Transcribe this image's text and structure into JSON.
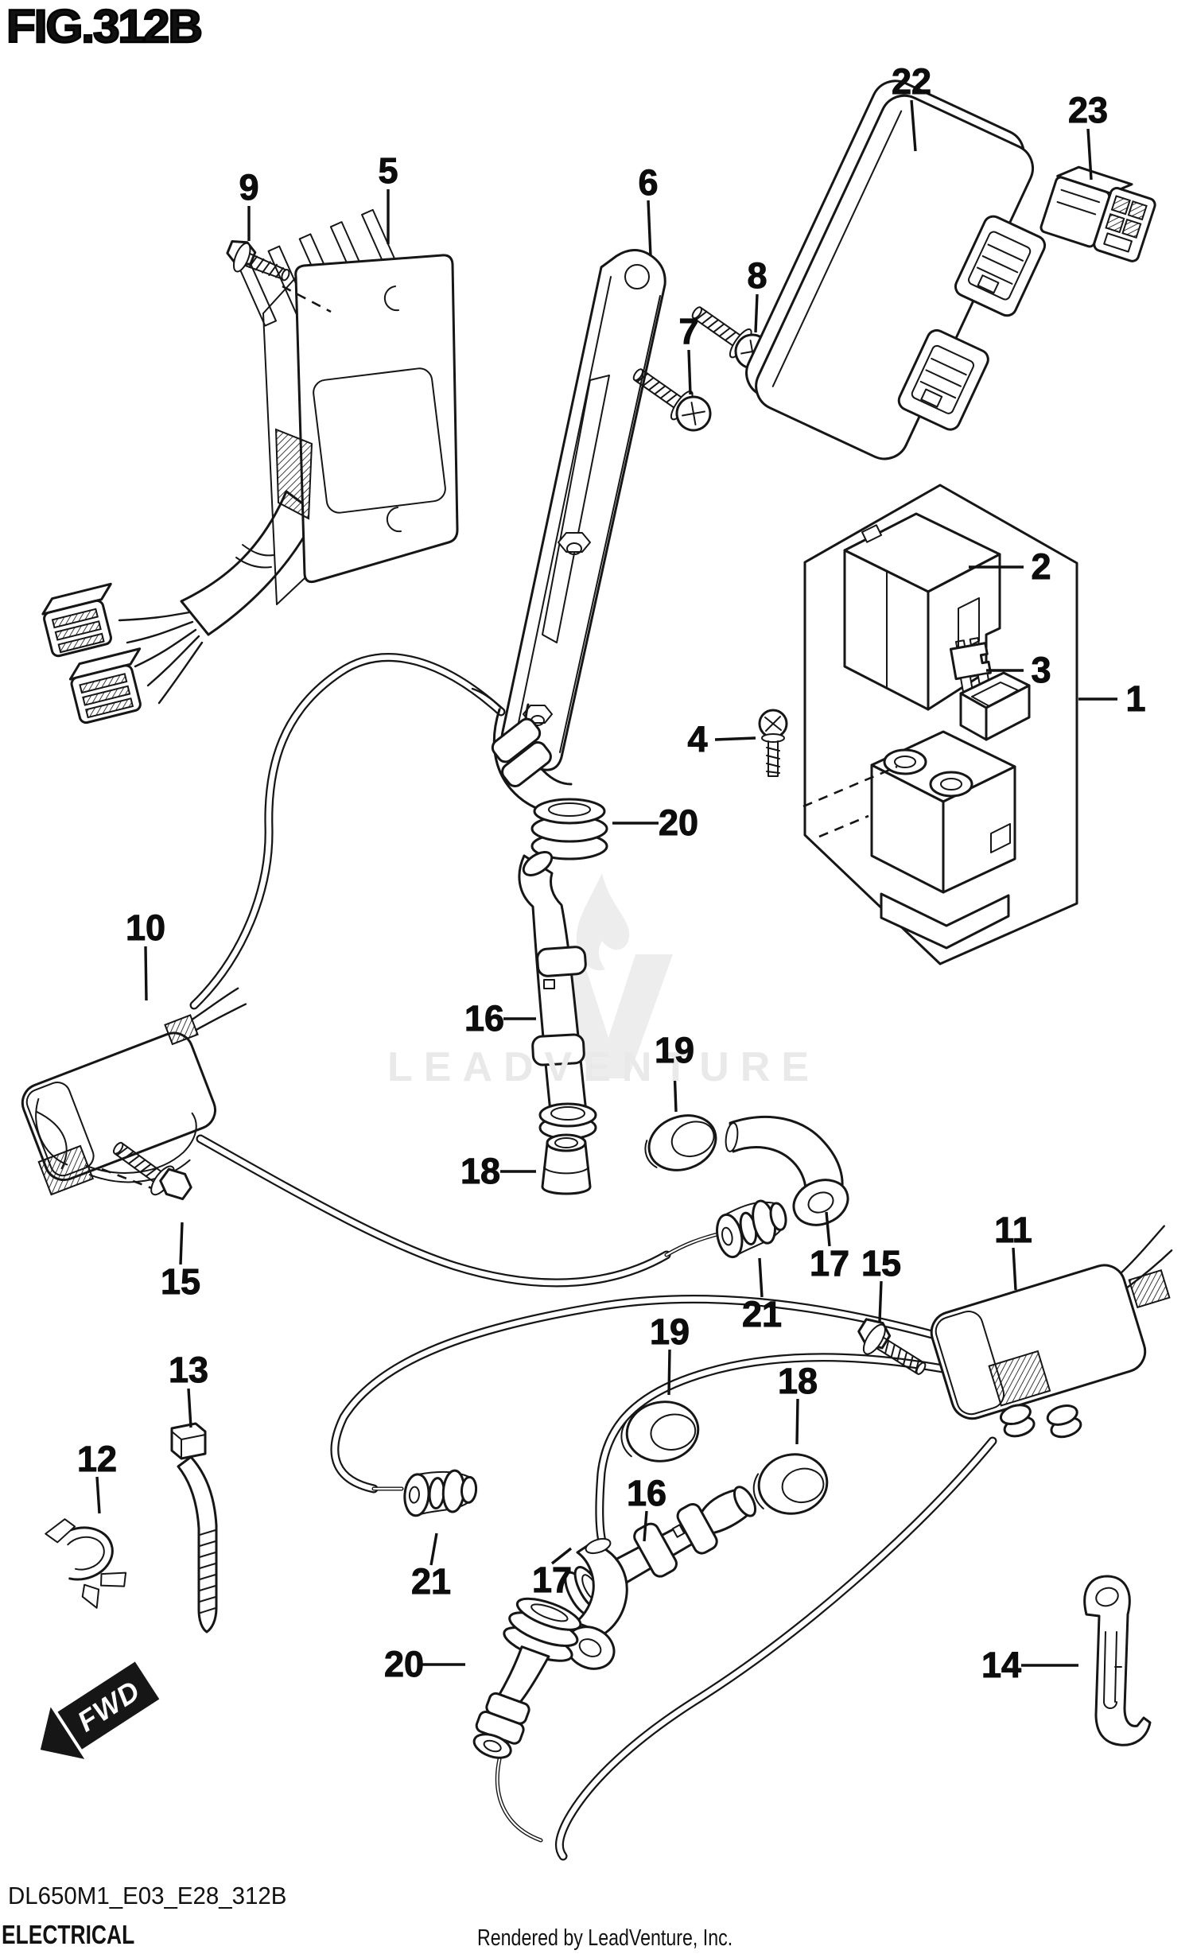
{
  "figure": {
    "title": "FIG.312B",
    "drawing_code": "DL650M1_E03_E28_312B",
    "section_title": "ELECTRICAL",
    "credit": "Rendered by LeadVenture, Inc.",
    "watermark": "LEADVENTURE",
    "fwd_label": "FWD"
  },
  "colors": {
    "ink": "#161616",
    "paper": "#ffffff",
    "watermark": "#ededed"
  },
  "callouts": [
    {
      "text": "9",
      "part": "regulator-bolt"
    },
    {
      "text": "5",
      "part": "regulator-rectifier"
    },
    {
      "text": "6",
      "part": "mount-bracket"
    },
    {
      "text": "7",
      "part": "bracket-screw"
    },
    {
      "text": "8",
      "part": "bracket-screw"
    },
    {
      "text": "22",
      "part": "ecu-unit"
    },
    {
      "text": "23",
      "part": "ecu-connector"
    },
    {
      "text": "2",
      "part": "relay-cover"
    },
    {
      "text": "3",
      "part": "fuse"
    },
    {
      "text": "1",
      "part": "starter-relay-assembly"
    },
    {
      "text": "4",
      "part": "relay-screw"
    },
    {
      "text": "20",
      "part": "spark-plug-cap-front"
    },
    {
      "text": "10",
      "part": "ignition-coil-front"
    },
    {
      "text": "16",
      "part": "plug-cap-tube-front"
    },
    {
      "text": "19",
      "part": "seal-ring-front"
    },
    {
      "text": "18",
      "part": "cap-boot-front"
    },
    {
      "text": "17",
      "part": "elbow-joint-front"
    },
    {
      "text": "21",
      "part": "terminal-grommet-front"
    },
    {
      "text": "15",
      "part": "coil-bolt-left"
    },
    {
      "text": "11",
      "part": "ignition-coil-rear"
    },
    {
      "text": "15",
      "part": "coil-bolt-right"
    },
    {
      "text": "13",
      "part": "cable-tie"
    },
    {
      "text": "12",
      "part": "wire-clamp"
    },
    {
      "text": "19",
      "part": "seal-ring-rear"
    },
    {
      "text": "18",
      "part": "cap-boot-rear"
    },
    {
      "text": "16",
      "part": "plug-cap-tube-rear"
    },
    {
      "text": "21",
      "part": "terminal-grommet-rear"
    },
    {
      "text": "17",
      "part": "elbow-joint-rear"
    },
    {
      "text": "20",
      "part": "spark-plug-cap-rear"
    },
    {
      "text": "14",
      "part": "band-strap"
    }
  ]
}
